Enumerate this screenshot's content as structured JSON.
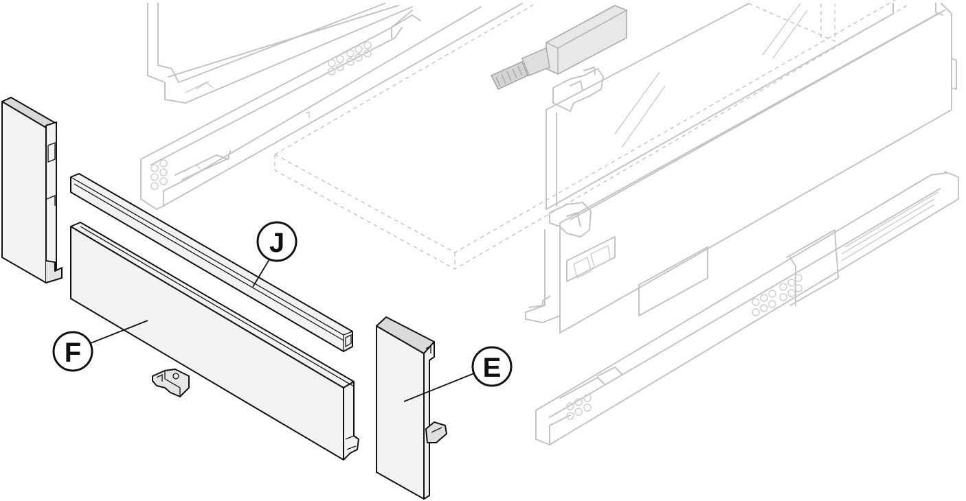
{
  "callouts": {
    "j": {
      "letter": "J"
    },
    "f": {
      "letter": "F"
    },
    "e": {
      "letter": "E"
    }
  },
  "colors": {
    "part_stroke": "#111111",
    "ghost_stroke": "#c4c4c4",
    "part_fill": "#f2f2f2"
  }
}
